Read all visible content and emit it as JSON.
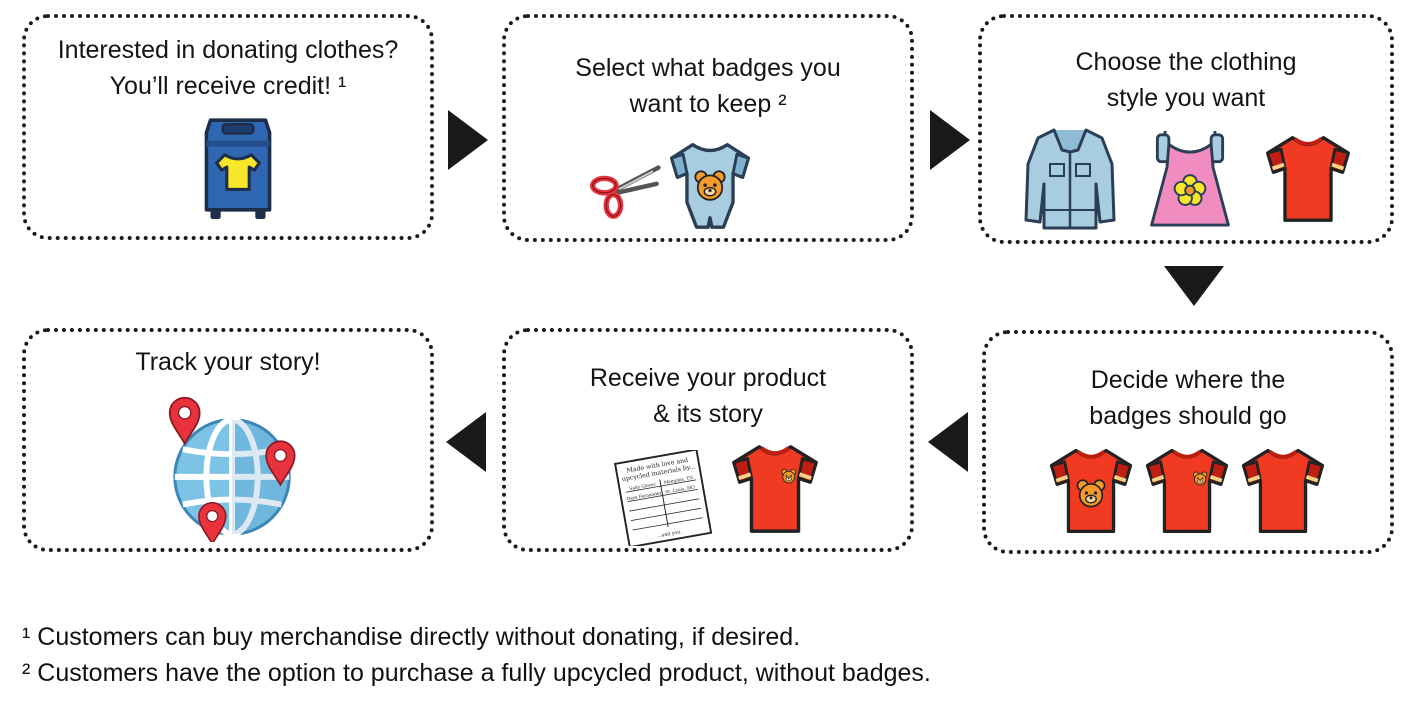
{
  "steps": [
    {
      "line1": "Interested in donating clothes?",
      "line2": "You’ll receive credit! ¹"
    },
    {
      "line1": "Select what badges you",
      "line2": "want to keep ²"
    },
    {
      "line1": "Choose the clothing",
      "line2": "style you want"
    },
    {
      "line1": "Decide where the",
      "line2": "badges should go"
    },
    {
      "line1": "Receive your product",
      "line2": "& its story"
    },
    {
      "line1": "Track your story!"
    }
  ],
  "paper": {
    "heading1": "Made with love and",
    "heading2": "upcycled materials by...",
    "col1_row1": "Sally Glover",
    "col2_row1": "Memphis, TN",
    "col1_row2": "Dave Fernandez",
    "col2_row2": "St. Louis, MO",
    "footer": "...and you."
  },
  "footnotes": [
    "¹ Customers can buy merchandise directly without donating, if desired.",
    "² Customers have the option to purchase a fully upcycled product, without badges."
  ],
  "icons": {
    "donation_bin": "donation-bin-icon",
    "scissors": "scissors-icon",
    "onesie": "baby-onesie-icon",
    "jacket": "denim-jacket-icon",
    "dress": "pink-dress-icon",
    "tshirt": "red-tshirt-icon",
    "globe": "globe-pins-icon"
  },
  "colors": {
    "red_shirt": "#f03a22",
    "shirt_trim": "#c01e12",
    "denim": "#a8cde0",
    "pink": "#f08cbf",
    "bin_blue": "#2f67b2",
    "yellow": "#f7e62a",
    "globe_blue": "#7cc3e6",
    "pin_red": "#e8323e"
  }
}
